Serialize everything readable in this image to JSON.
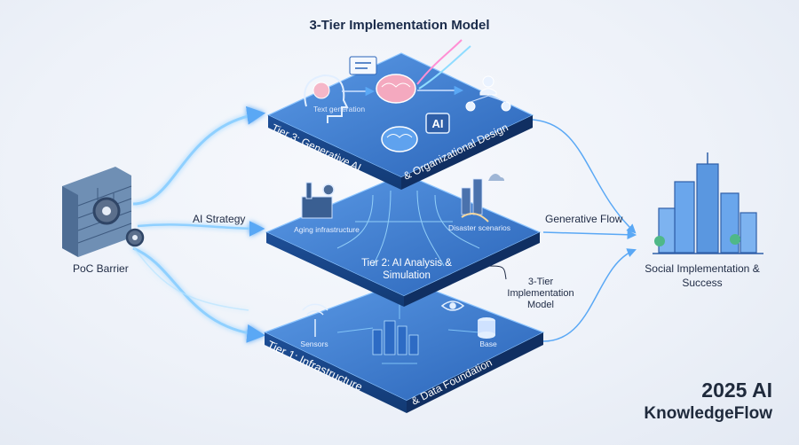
{
  "title": "3-Tier Implementation Model",
  "tiers": {
    "tier3": {
      "title": "Tier 3: Generative AI",
      "subtitle": "& Organizational Design",
      "text_generation": "Text generation",
      "ai_badge": "AI",
      "icons": [
        "head-brain-icon",
        "brain-icon",
        "brain-icon",
        "chat-bubble-icon",
        "people-network-icon",
        "ai-badge-icon"
      ]
    },
    "tier2": {
      "title": "Tier 2: AI Analysis & Simulation",
      "aging": "Aging infrastructure",
      "disaster": "Disaster scenarios",
      "icons": [
        "factory-gears-icon",
        "city-disaster-icon"
      ]
    },
    "tier1": {
      "title": "Tier 1: Infrastructure",
      "subtitle": "& Data Foundation",
      "sensors": "Sensors",
      "base": "Base",
      "icons": [
        "antenna-icon",
        "eye-icon",
        "database-icon",
        "city-chip-icon"
      ]
    }
  },
  "left": {
    "barrier_label": "PoC Barrier",
    "flow_label": "AI Strategy"
  },
  "right": {
    "flow_label": "Generative Flow",
    "model_note": "3-Tier Implementation Model",
    "outcome_label": "Social Implementation & Success"
  },
  "brand": {
    "line1": "2025 AI",
    "line2": "KnowledgeFlow"
  },
  "colors": {
    "tile_top": "#4f8fe0",
    "tile_dark": "#1c4f9c",
    "tile_side": "#163f80",
    "flow": "#7cc3ff",
    "background": "#eef2f9"
  }
}
